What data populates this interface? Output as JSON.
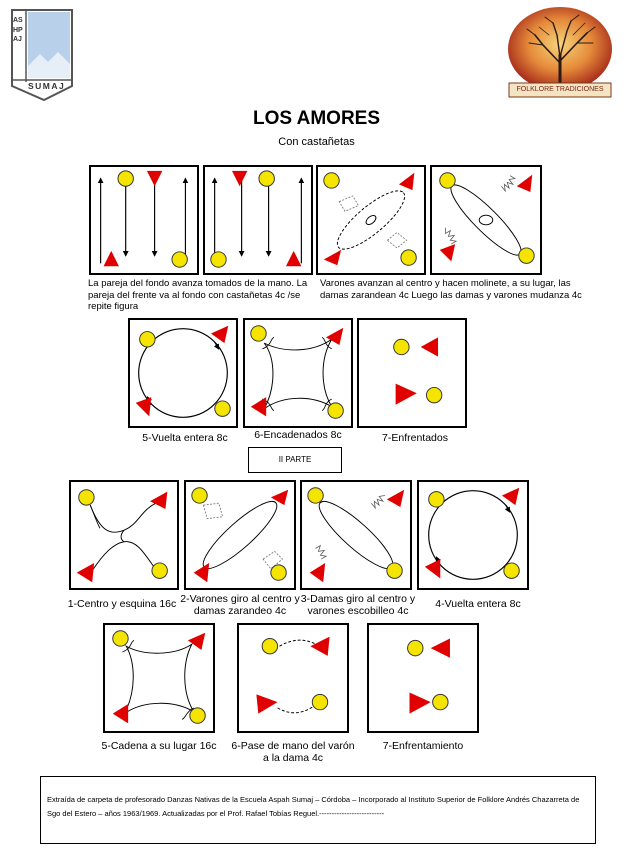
{
  "logo_left": {
    "vertical_text": "ASHPAJ",
    "horizontal_text": "SUMAJ"
  },
  "logo_right": {
    "banner": "FOLKLORE TRADICIONES"
  },
  "title": "LOS AMORES",
  "subtitle": "Con castañetas",
  "captions": {
    "row1_left": "La pareja del fondo avanza tomados de la mano. La pareja del frente va al fondo con castañetas 4c /se repite figura",
    "row1_right": "Varones avanzan al centro y hacen molinete, a su lugar, las damas zarandean 4c Luego las damas y varones mudanza 4c",
    "p5": "5-Vuelta entera 8c",
    "p6": "6-Encadenados 8c",
    "p7": "7-Enfrentados",
    "q1": "1-Centro y esquina 16c",
    "q2": "2-Varones giro al centro y damas zarandeo 4c",
    "q3": "3-Damas giro al centro y varones escobilleo 4c",
    "q4": "4-Vuelta entera 8c",
    "q5": "5-Cadena a su lugar 16c",
    "q6": "6-Pase de mano del varón a la dama 4c",
    "q7": "7-Enfrentamiento"
  },
  "section_label": "II PARTE",
  "footer": "Extraída de carpeta de profesorado Danzas Nativas de la Escuela Aspah Sumaj – Córdoba – Incorporado al Instituto Superior de Folklore Andrés Chazarreta de Sgo del Estero – años 1963/1969. Actualizadas por el Prof. Rafael Tobías Reguel.--------------------------"
}
